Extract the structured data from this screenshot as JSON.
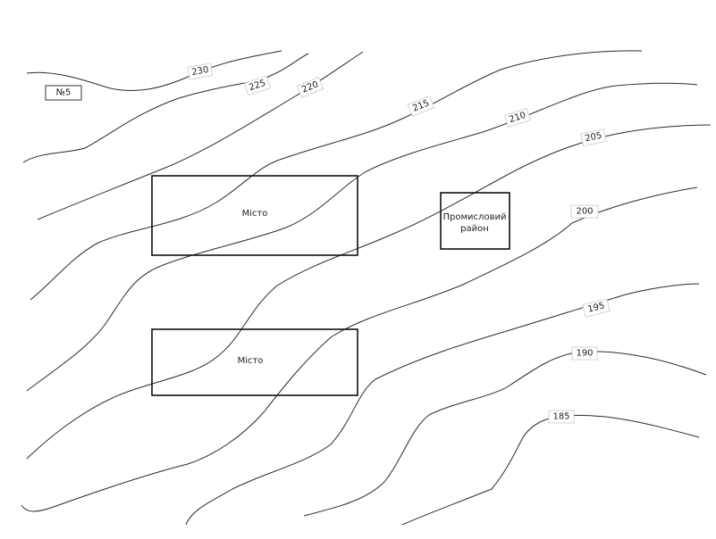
{
  "sheet": {
    "number_label": "№5"
  },
  "areas": {
    "city_upper": {
      "label": "Місто"
    },
    "city_lower": {
      "label": "Місто"
    },
    "industrial": {
      "label_line1": "Промисловий",
      "label_line2": "район"
    }
  },
  "contours": {
    "c230": {
      "label": "230"
    },
    "c225": {
      "label": "225"
    },
    "c220": {
      "label": "220"
    },
    "c215": {
      "label": "215"
    },
    "c210": {
      "label": "210"
    },
    "c205": {
      "label": "205"
    },
    "c200": {
      "label": "200"
    },
    "c195": {
      "label": "195"
    },
    "c190": {
      "label": "190"
    },
    "c185": {
      "label": "185"
    }
  }
}
